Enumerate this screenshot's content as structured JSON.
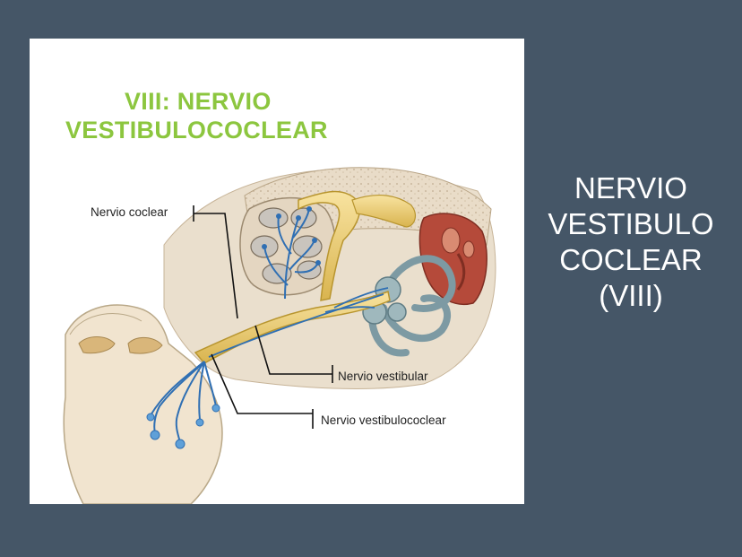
{
  "slide": {
    "background_color": "#455667",
    "title_lines": [
      "NERVIO",
      "VESTIBULO",
      "COCLEAR",
      "(VIII)"
    ]
  },
  "figure": {
    "title_lines": [
      "VIII: NERVIO",
      "VESTIBULOCOCLEAR"
    ],
    "title_color": "#8cc63f",
    "labels": {
      "coclear": "Nervio coclear",
      "vestibular": "Nervio vestibular",
      "vestibulococlear": "Nervio vestibulococlear"
    },
    "colors": {
      "nerve": "#f2d27a",
      "fibers": "#2f6fb3",
      "bone": "#e8d9c4",
      "brainstem": "#f1e4cf",
      "tympanic": "#b54a3a"
    }
  }
}
